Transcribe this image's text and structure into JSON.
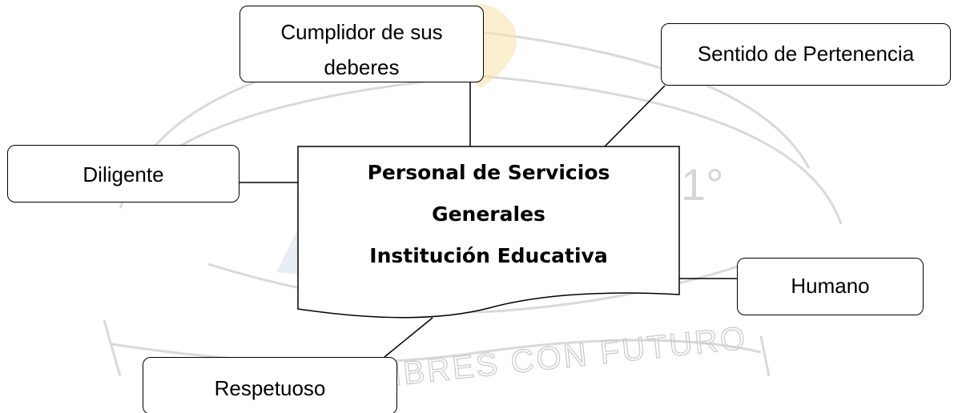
{
  "diagram": {
    "center": {
      "lines": [
        "Personal de Servicios",
        "Generales",
        "Institución Educativa"
      ]
    },
    "nodes": {
      "cumplidor": "Cumplidor de sus deberes",
      "sentido": "Sentido de Pertenencia",
      "diligente": "Diligente",
      "humano": "Humano",
      "respetuoso": "Respetuoso"
    }
  },
  "watermark": {
    "motto": "HOMBRES CON FUTURO",
    "mark": "1°",
    "color": "#c8c8c8",
    "flame_color": "#f2c45a"
  }
}
